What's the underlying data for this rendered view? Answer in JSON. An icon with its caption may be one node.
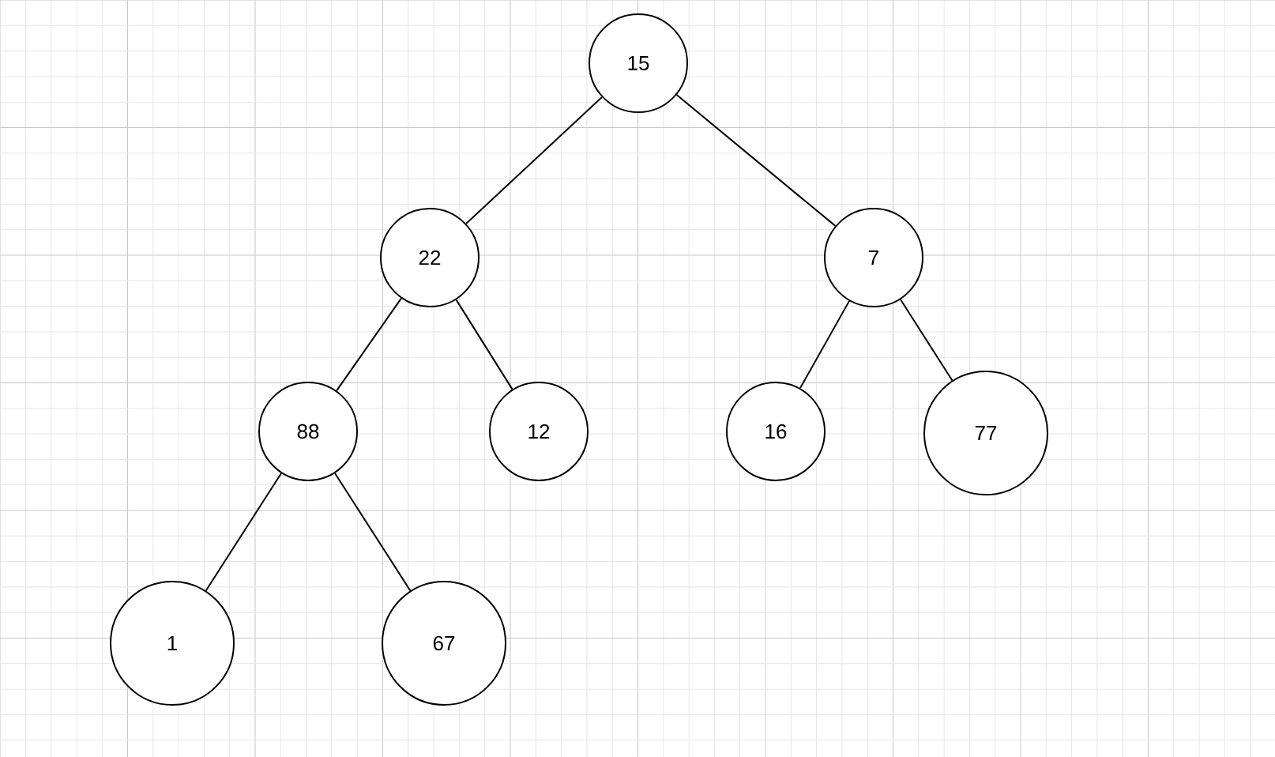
{
  "diagram": {
    "nodes": [
      {
        "text": [
          "15"
        ]
      },
      {
        "text": [
          "22"
        ]
      },
      {
        "text": [
          "7"
        ]
      },
      {
        "text": [
          "88"
        ]
      },
      {
        "text": [
          "12"
        ]
      },
      {
        "text": [
          "16"
        ]
      },
      {
        "text": [
          "77"
        ]
      },
      {
        "text": [
          "1"
        ]
      },
      {
        "text": [
          "67"
        ]
      }
    ],
    "edges": [
      {
        "from": 0,
        "to": 1,
        "arrow": "none"
      },
      {
        "from": 0,
        "to": 2,
        "arrow": "none"
      },
      {
        "from": 1,
        "to": 3,
        "arrow": "none"
      },
      {
        "from": 1,
        "to": 4,
        "arrow": "none"
      },
      {
        "from": 2,
        "to": 5,
        "arrow": "none"
      },
      {
        "from": 2,
        "to": 6,
        "arrow": "none"
      },
      {
        "from": 3,
        "to": 7,
        "arrow": "none"
      },
      {
        "from": 3,
        "to": 8,
        "arrow": "none"
      }
    ]
  }
}
